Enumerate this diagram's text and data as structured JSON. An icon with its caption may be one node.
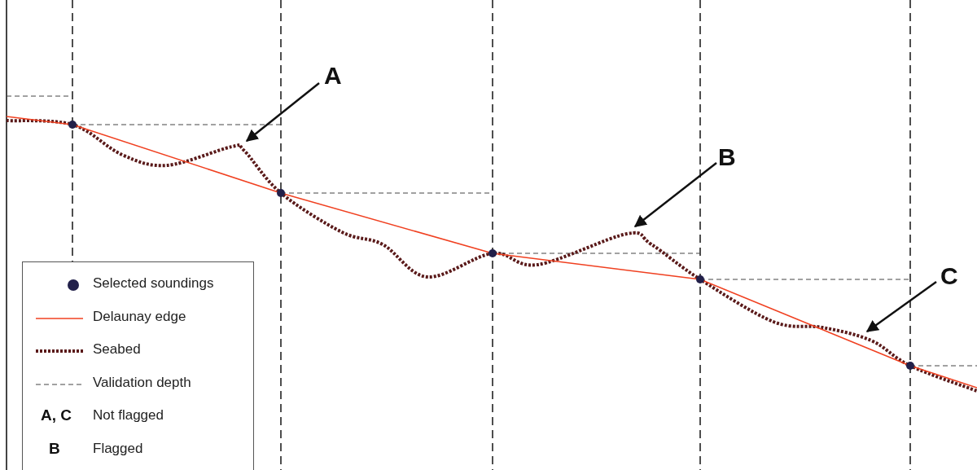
{
  "diagram": {
    "nodes": [
      {
        "text": [
          "A"
        ]
      },
      {
        "text": [
          "B"
        ]
      },
      {
        "text": [
          "C"
        ]
      }
    ],
    "edges": [
      {
        "from": 0,
        "to": null,
        "arrow": "to"
      },
      {
        "from": 1,
        "to": null,
        "arrow": "to"
      },
      {
        "from": 2,
        "to": null,
        "arrow": "to"
      }
    ],
    "labels": [
      "A, C",
      "B"
    ],
    "legend": [
      {
        "text": "Selected soundings"
      },
      {
        "text": "Delaunay edge"
      },
      {
        "text": "Seabed"
      },
      {
        "text": "Validation depth"
      },
      {
        "text": "Not flagged"
      },
      {
        "text": "Flagged"
      }
    ]
  }
}
